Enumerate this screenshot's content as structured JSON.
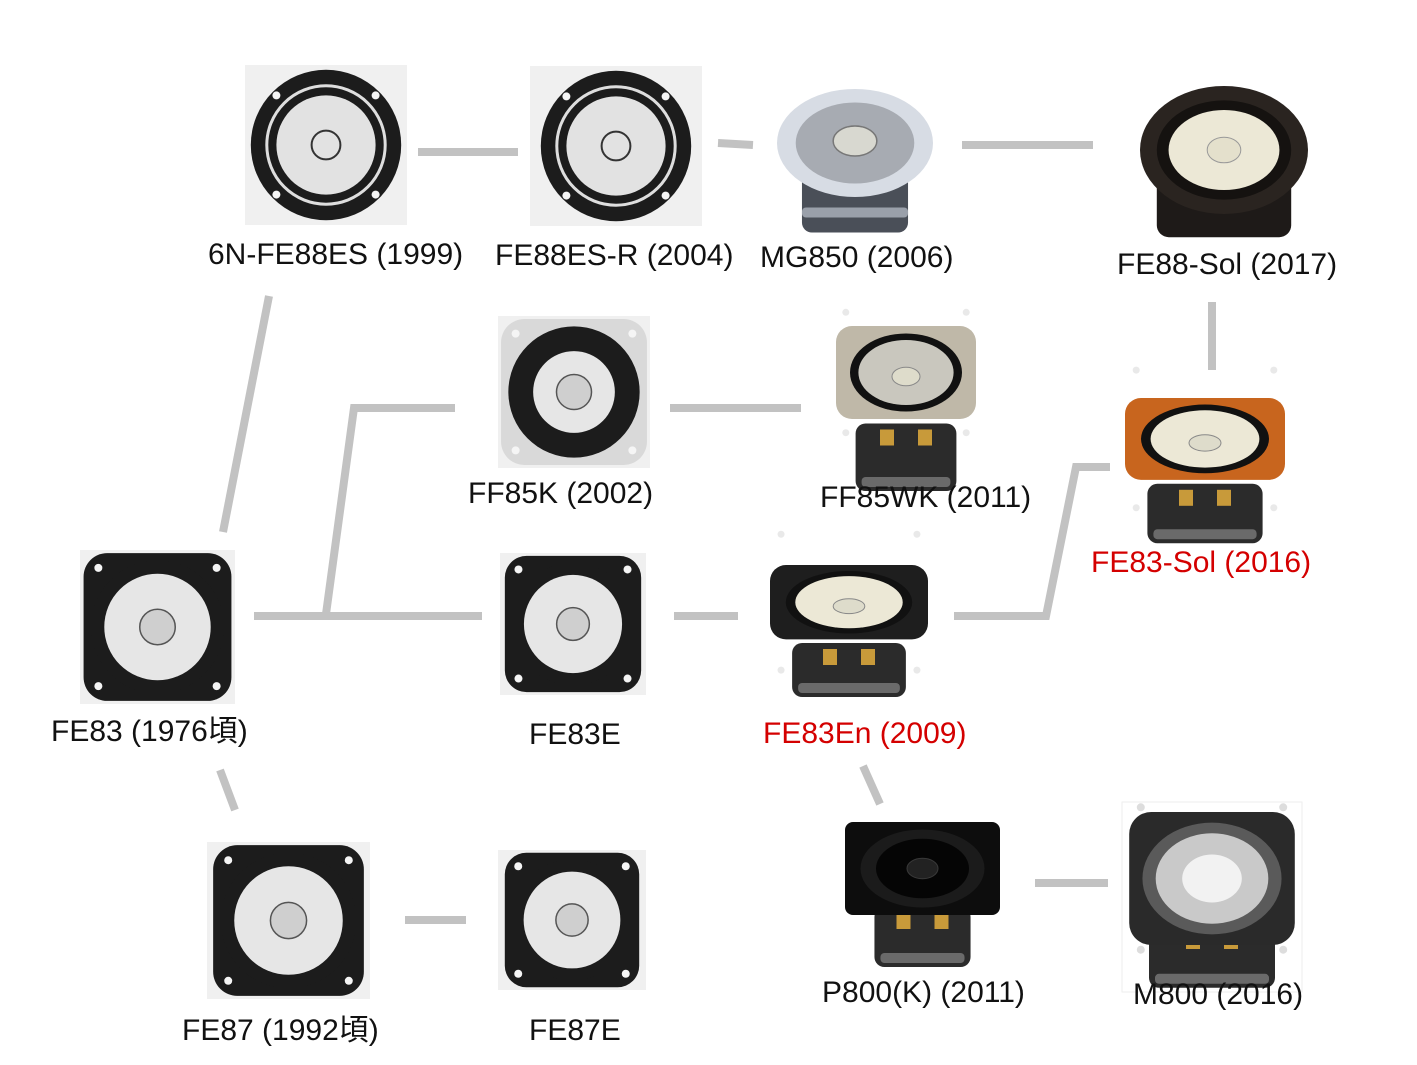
{
  "colors": {
    "connector": "#c2c2c2",
    "label_default": "#111111",
    "label_highlight": "#d40000",
    "frame_dark": "#161616",
    "cone_light": "#ece8d6",
    "frame_orange": "#c8651e",
    "frame_silver": "#cfcfcf"
  },
  "nodes": {
    "n6nfe88es": {
      "label": "6N-FE88ES (1999)",
      "highlight": false,
      "icon": "round-speaker-icon"
    },
    "nfe88esr": {
      "label": "FE88ES-R (2004)",
      "highlight": false,
      "icon": "round-speaker-icon"
    },
    "nmg850": {
      "label": "MG850 (2006)",
      "highlight": false,
      "icon": "round-speaker-icon"
    },
    "nfe88sol": {
      "label": "FE88-Sol (2017)",
      "highlight": false,
      "icon": "round-speaker-icon"
    },
    "nff85k": {
      "label": "FF85K (2002)",
      "highlight": false,
      "icon": "square-speaker-icon"
    },
    "nff85wk": {
      "label": "FF85WK (2011)",
      "highlight": false,
      "icon": "square-speaker-icon"
    },
    "nfe83sol": {
      "label": "FE83-Sol (2016)",
      "highlight": true,
      "icon": "square-speaker-icon"
    },
    "nfe83": {
      "label": "FE83 (1976頃)",
      "highlight": false,
      "icon": "square-speaker-icon"
    },
    "nfe83e": {
      "label": "FE83E",
      "highlight": false,
      "icon": "square-speaker-icon"
    },
    "nfe83en": {
      "label": "FE83En (2009)",
      "highlight": true,
      "icon": "square-speaker-icon"
    },
    "nfe87": {
      "label": "FE87 (1992頃)",
      "highlight": false,
      "icon": "square-speaker-icon"
    },
    "nfe87e": {
      "label": "FE87E",
      "highlight": false,
      "icon": "square-speaker-icon"
    },
    "np800k": {
      "label": "P800(K) (2011)",
      "highlight": false,
      "icon": "square-speaker-icon"
    },
    "nm800": {
      "label": "M800 (2016)",
      "highlight": false,
      "icon": "square-speaker-icon"
    }
  }
}
